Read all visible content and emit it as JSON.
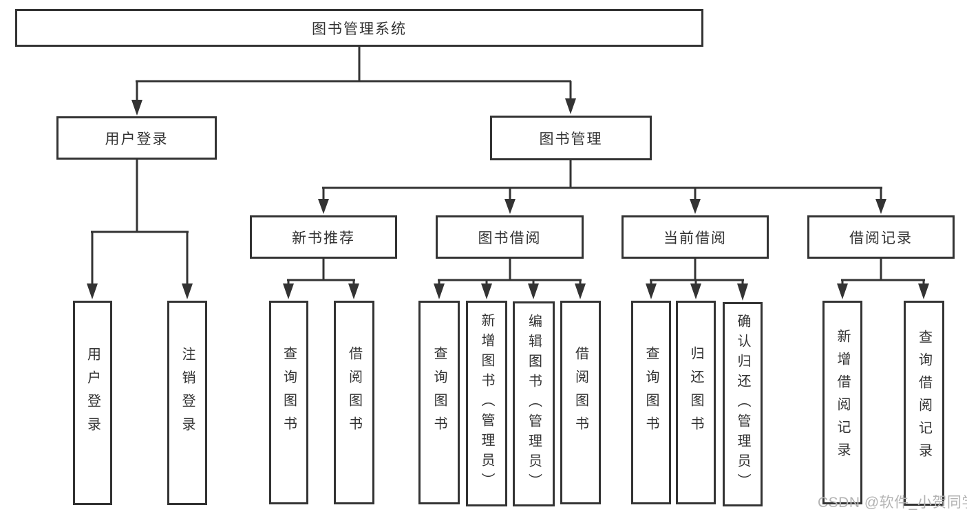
{
  "diagram_title": "图书管理系统",
  "nodes": {
    "root": "图书管理系统",
    "user_login": "用户登录",
    "book_mgmt": "图书管理",
    "new_book_rec": "新书推荐",
    "book_borrow": "图书借阅",
    "current_borrow": "当前借阅",
    "borrow_records": "借阅记录",
    "a1": "用户登录",
    "a2": "注销登录",
    "b1": "查询图书",
    "b2": "借阅图书",
    "c1": "查询图书",
    "c2": "新增图书（管理员）",
    "c3": "编辑图书（管理员）",
    "c4": "借阅图书",
    "d1": "查询图书",
    "d2": "归还图书",
    "d3": "确认归还（管理员）",
    "e1": "新增借阅记录",
    "e2": "查询借阅记录"
  },
  "hierarchy": {
    "图书管理系统": {
      "用户登录": [
        "用户登录",
        "注销登录"
      ],
      "图书管理": {
        "新书推荐": [
          "查询图书",
          "借阅图书"
        ],
        "图书借阅": [
          "查询图书",
          "新增图书（管理员）",
          "编辑图书（管理员）",
          "借阅图书"
        ],
        "当前借阅": [
          "查询图书",
          "归还图书",
          "确认归还（管理员）"
        ],
        "借阅记录": [
          "新增借阅记录",
          "查询借阅记录"
        ]
      }
    }
  },
  "watermark": {
    "text": "CSDN @软件_小贺同学"
  },
  "colors": {
    "line": "#333333",
    "box_border": "#333333",
    "box_fill": "#ffffff",
    "text": "#333333",
    "watermark": "#b3b3b3",
    "background": "#ffffff"
  }
}
